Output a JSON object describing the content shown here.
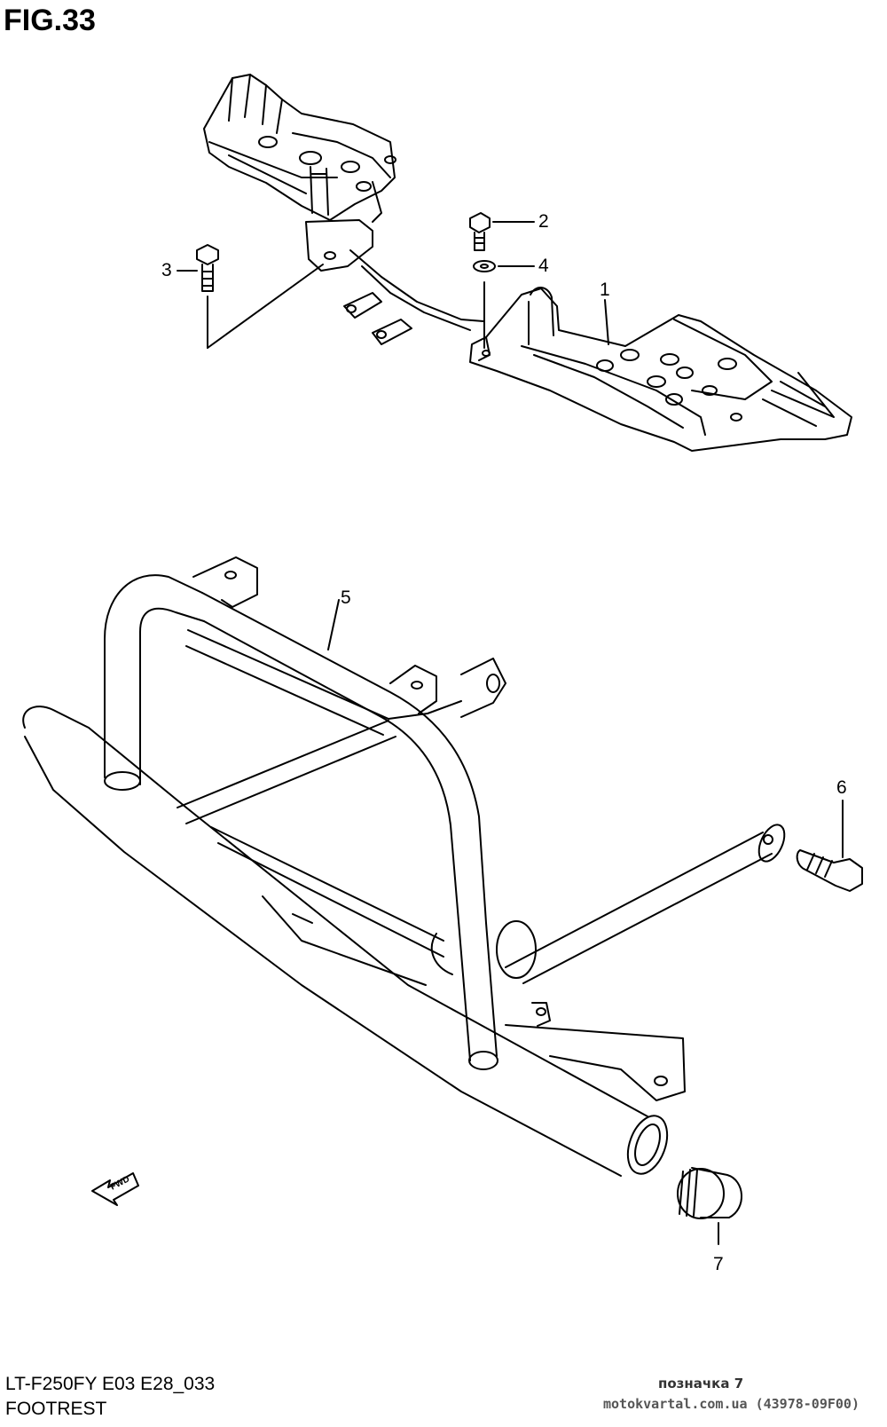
{
  "header": {
    "figure_title": "FIG.33"
  },
  "callouts": [
    {
      "id": "1",
      "label": "1"
    },
    {
      "id": "2",
      "label": "2"
    },
    {
      "id": "3",
      "label": "3"
    },
    {
      "id": "4",
      "label": "4"
    },
    {
      "id": "5",
      "label": "5"
    },
    {
      "id": "6",
      "label": "6"
    },
    {
      "id": "7",
      "label": "7"
    }
  ],
  "direction_arrow": {
    "label": "FWD",
    "icon": "fwd-arrow-icon"
  },
  "footer": {
    "model_code": "LT-F250FY E03 E28_033",
    "section_name": "FOOTREST"
  },
  "watermark": {
    "label": "позначка 7",
    "site": "motokvartal.com.ua (43978-09F00)"
  }
}
